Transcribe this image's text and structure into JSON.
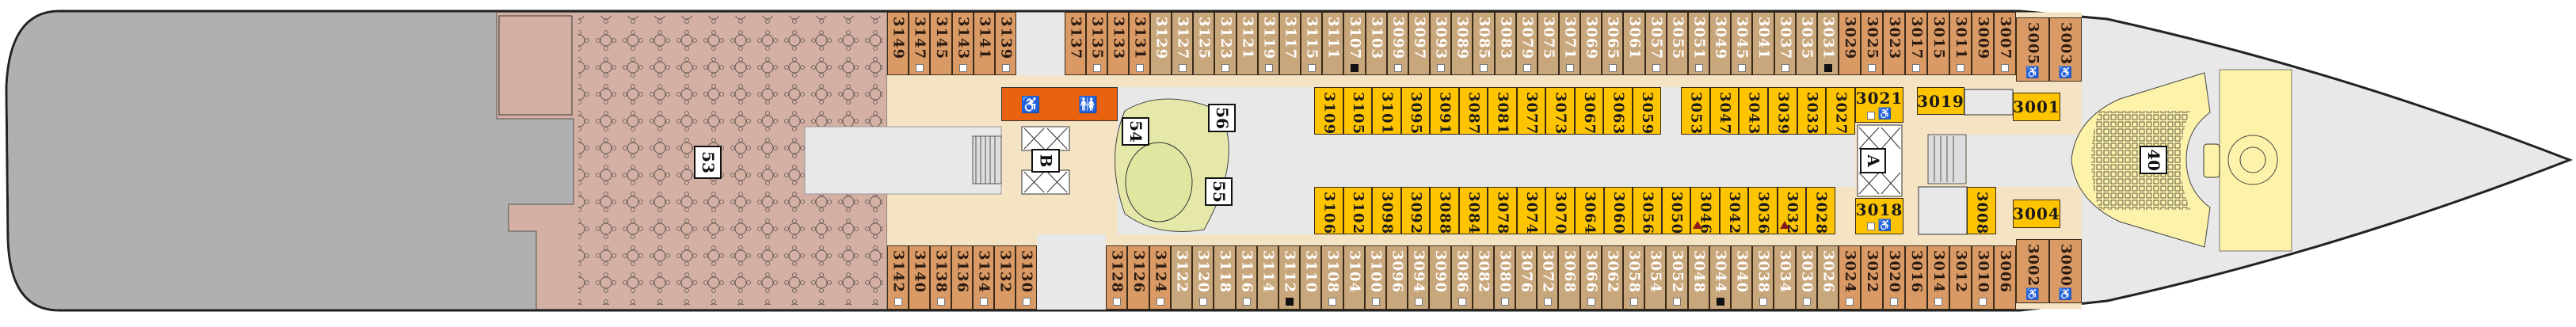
{
  "venues": {
    "restaurant": "53",
    "pool_deck": "54",
    "bar_upper": "56",
    "bar_lower": "55",
    "theater": "40",
    "stair_fwd": "A",
    "stair_aft": "B"
  },
  "restroom_icons": [
    "wheelchair-icon",
    "restroom-icon"
  ],
  "colors": {
    "balcony_tan": "#c9a77c",
    "suite_orange": "#d99a66",
    "inside_yellow": "#ffc400",
    "corridor": "#f5e4c4",
    "restaurant": "#d4b0a4",
    "restroom": "#e8620f",
    "theater": "#fdf2a9"
  },
  "cabins": {
    "top_aft": [
      {
        "n": "3149"
      },
      {
        "n": "3147",
        "m": "w"
      },
      {
        "n": "3145"
      },
      {
        "n": "3143",
        "m": "w"
      },
      {
        "n": "3141"
      },
      {
        "n": "3139",
        "m": "w"
      }
    ],
    "top_mid": [
      {
        "n": "3137"
      },
      {
        "n": "3135",
        "m": "w"
      },
      {
        "n": "3133"
      },
      {
        "n": "3131",
        "m": "w"
      }
    ],
    "top_tan": [
      {
        "n": "3129"
      },
      {
        "n": "3127",
        "m": "w"
      },
      {
        "n": "3125"
      },
      {
        "n": "3123",
        "m": "w"
      },
      {
        "n": "3121"
      },
      {
        "n": "3119",
        "m": "w"
      },
      {
        "n": "3117"
      },
      {
        "n": "3115",
        "m": "w"
      },
      {
        "n": "3111"
      },
      {
        "n": "3107",
        "m": "b"
      },
      {
        "n": "3103"
      },
      {
        "n": "3099",
        "m": "w"
      },
      {
        "n": "3097"
      },
      {
        "n": "3093",
        "m": "w"
      },
      {
        "n": "3089"
      },
      {
        "n": "3085",
        "m": "w"
      },
      {
        "n": "3083"
      },
      {
        "n": "3079",
        "m": "w"
      },
      {
        "n": "3075"
      },
      {
        "n": "3071",
        "m": "w"
      },
      {
        "n": "3069"
      },
      {
        "n": "3065",
        "m": "w"
      },
      {
        "n": "3061"
      },
      {
        "n": "3057",
        "m": "w"
      },
      {
        "n": "3055"
      },
      {
        "n": "3051",
        "m": "w"
      },
      {
        "n": "3049"
      },
      {
        "n": "3045",
        "m": "w"
      },
      {
        "n": "3041"
      },
      {
        "n": "3037",
        "m": "w"
      },
      {
        "n": "3035"
      },
      {
        "n": "3031",
        "m": "b"
      }
    ],
    "top_fwd": [
      {
        "n": "3029"
      },
      {
        "n": "3025",
        "m": "w"
      },
      {
        "n": "3023"
      },
      {
        "n": "3017",
        "m": "w"
      },
      {
        "n": "3015"
      },
      {
        "n": "3011",
        "m": "w"
      },
      {
        "n": "3009"
      },
      {
        "n": "3007",
        "m": "w"
      }
    ],
    "top_access": [
      {
        "n": "3005",
        "m": "a"
      },
      {
        "n": "3003",
        "m": "a"
      }
    ],
    "bottom_aft": [
      {
        "n": "3142",
        "m": "w"
      },
      {
        "n": "3140"
      },
      {
        "n": "3138",
        "m": "w"
      },
      {
        "n": "3136"
      },
      {
        "n": "3134",
        "m": "w"
      },
      {
        "n": "3132"
      },
      {
        "n": "3130",
        "m": "w"
      }
    ],
    "bottom_mid": [
      {
        "n": "3128",
        "m": "w"
      },
      {
        "n": "3126"
      },
      {
        "n": "3124",
        "m": "w"
      }
    ],
    "bottom_tan": [
      {
        "n": "3122"
      },
      {
        "n": "3120",
        "m": "w"
      },
      {
        "n": "3118"
      },
      {
        "n": "3116",
        "m": "w"
      },
      {
        "n": "3114"
      },
      {
        "n": "3112",
        "m": "b"
      },
      {
        "n": "3110"
      },
      {
        "n": "3108",
        "m": "w"
      },
      {
        "n": "3104"
      },
      {
        "n": "3100",
        "m": "w"
      },
      {
        "n": "3096"
      },
      {
        "n": "3094",
        "m": "w"
      },
      {
        "n": "3090"
      },
      {
        "n": "3086",
        "m": "w"
      },
      {
        "n": "3082"
      },
      {
        "n": "3080",
        "m": "w"
      },
      {
        "n": "3076"
      },
      {
        "n": "3072",
        "m": "w"
      },
      {
        "n": "3068"
      },
      {
        "n": "3066",
        "m": "w"
      },
      {
        "n": "3062"
      },
      {
        "n": "3058",
        "m": "w"
      },
      {
        "n": "3054"
      },
      {
        "n": "3052",
        "m": "w"
      },
      {
        "n": "3048"
      },
      {
        "n": "3044",
        "m": "b"
      },
      {
        "n": "3040"
      },
      {
        "n": "3038",
        "m": "w"
      },
      {
        "n": "3034"
      },
      {
        "n": "3030",
        "m": "w"
      },
      {
        "n": "3026"
      }
    ],
    "bottom_fwd": [
      {
        "n": "3024",
        "m": "w"
      },
      {
        "n": "3022"
      },
      {
        "n": "3020",
        "m": "w"
      },
      {
        "n": "3016"
      },
      {
        "n": "3014",
        "m": "w"
      },
      {
        "n": "3012"
      },
      {
        "n": "3010",
        "m": "w"
      },
      {
        "n": "3006"
      }
    ],
    "bottom_access": [
      {
        "n": "3002",
        "m": "a"
      },
      {
        "n": "3000",
        "m": "a"
      }
    ],
    "inside_upper_aft": [
      {
        "n": "3109"
      },
      {
        "n": "3105"
      },
      {
        "n": "3101"
      },
      {
        "n": "3095"
      },
      {
        "n": "3091"
      },
      {
        "n": "3087"
      },
      {
        "n": "3081"
      },
      {
        "n": "3077"
      },
      {
        "n": "3073"
      },
      {
        "n": "3067"
      },
      {
        "n": "3063"
      },
      {
        "n": "3059"
      }
    ],
    "inside_upper_fwd": [
      {
        "n": "3053"
      },
      {
        "n": "3047"
      },
      {
        "n": "3043"
      },
      {
        "n": "3039"
      },
      {
        "n": "3033"
      },
      {
        "n": "3027"
      }
    ],
    "inside_lower": [
      {
        "n": "3106"
      },
      {
        "n": "3102"
      },
      {
        "n": "3098"
      },
      {
        "n": "3092"
      },
      {
        "n": "3088"
      },
      {
        "n": "3084"
      },
      {
        "n": "3078"
      },
      {
        "n": "3074"
      },
      {
        "n": "3070"
      },
      {
        "n": "3064"
      },
      {
        "n": "3060"
      },
      {
        "n": "3056"
      },
      {
        "n": "3050"
      },
      {
        "n": "3046",
        "m": "t"
      },
      {
        "n": "3042"
      },
      {
        "n": "3036"
      },
      {
        "n": "3032",
        "m": "t"
      },
      {
        "n": "3028"
      }
    ],
    "special": [
      {
        "n": "3021",
        "m": "wa"
      },
      {
        "n": "3018",
        "m": "wa"
      },
      {
        "n": "3019"
      },
      {
        "n": "3001"
      },
      {
        "n": "3008"
      },
      {
        "n": "3004"
      }
    ]
  }
}
